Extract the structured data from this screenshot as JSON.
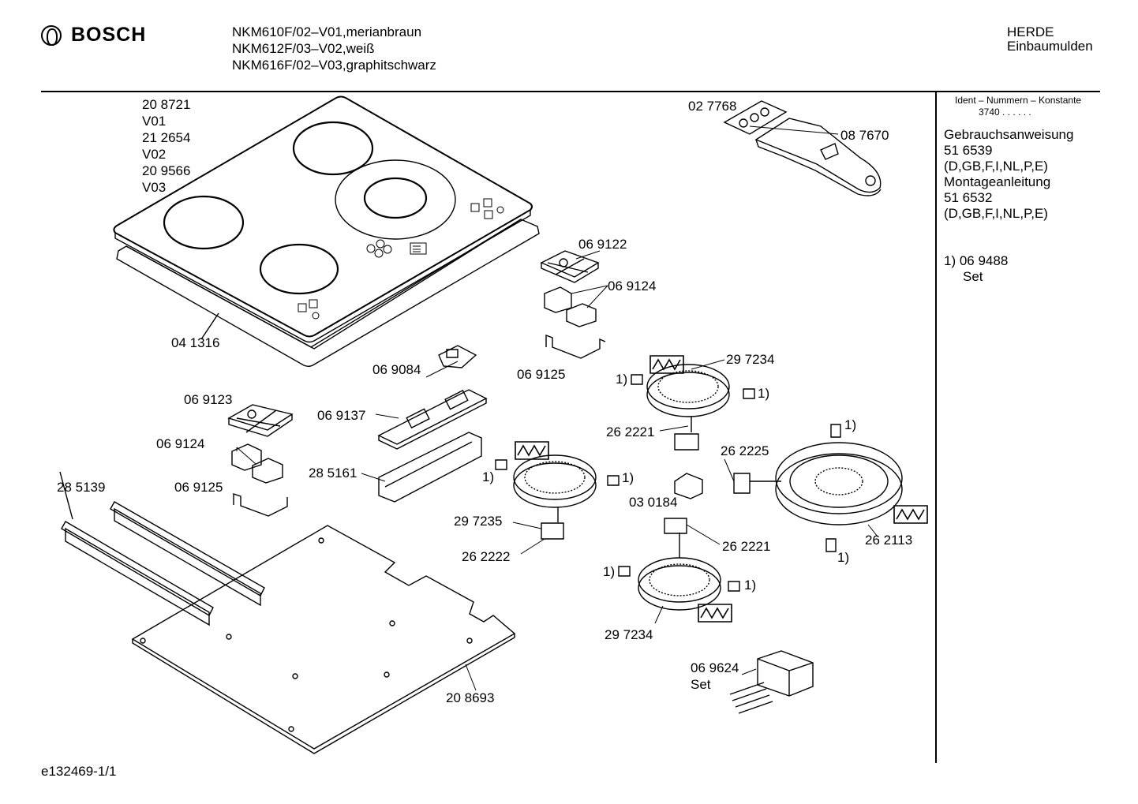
{
  "header": {
    "brand": "BOSCH",
    "models": [
      "NKM610F/02–V01,merianbraun",
      "NKM612F/03–V02,weiß",
      "NKM616F/02–V03,graphitschwarz"
    ],
    "category": [
      "HERDE",
      "Einbaumulden"
    ]
  },
  "side_panel": {
    "ident_title": "Ident – Nummern – Konstante",
    "ident_value": "3740 . . . . . .",
    "docs": [
      "Gebrauchsanweisung",
      "51 6539",
      "(D,GB,F,I,NL,P,E)",
      "Montageanleitung",
      "51 6532",
      "(D,GB,F,I,NL,P,E)"
    ],
    "footnote": [
      "1)  06 9488",
      "Set"
    ]
  },
  "parts": {
    "p208721": "20 8721",
    "v01": "V01",
    "p212654": "21 2654",
    "v02": "V02",
    "p209566": "20 9566",
    "v03": "V03",
    "p041316": "04 1316",
    "p027768": "02 7768",
    "p087670": "08 7670",
    "p069122": "06 9122",
    "p069124a": "06 9124",
    "p069125a": "06 9125",
    "p069084": "06 9084",
    "p069123": "06 9123",
    "p069124b": "06 9124",
    "p069125b": "06 9125",
    "p069137": "06 9137",
    "p285161": "28 5161",
    "p285139": "28 5139",
    "p297234a": "29 7234",
    "p262221a": "26 2221",
    "p262225": "26 2225",
    "p297235": "29 7235",
    "p262222": "26 2222",
    "p030184": "03 0184",
    "p262221b": "26 2221",
    "p297234b": "29 7234",
    "p262113": "26 2113",
    "p208693": "20 8693",
    "p069624": "06 9624",
    "set": "Set"
  },
  "footnote_marks": {
    "m1": "1)",
    "m2": "1)",
    "m3": "1)",
    "m4": "1)",
    "m5": "1)",
    "m6": "1)",
    "m7": "1)",
    "m8": "1)"
  },
  "footer": {
    "code": "e132469-1/1"
  }
}
